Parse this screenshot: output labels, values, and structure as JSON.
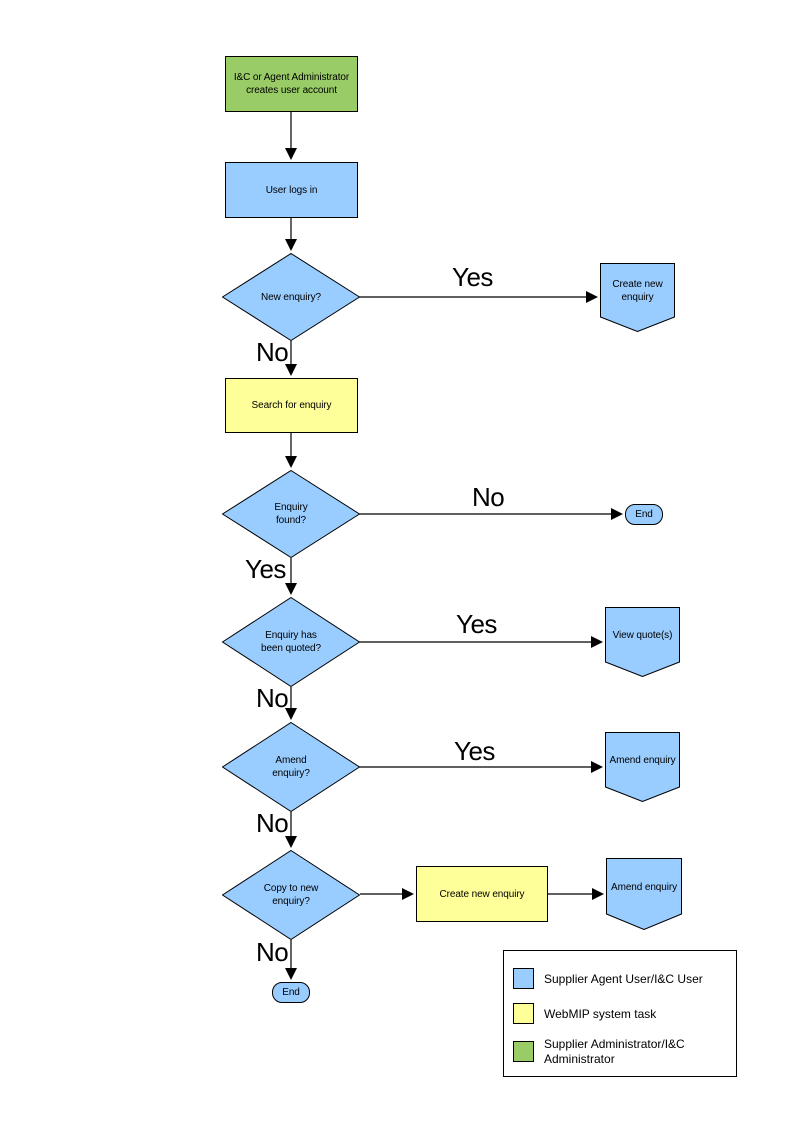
{
  "diagram": {
    "colors": {
      "user_role": "#99CCFF",
      "system_role": "#FFFF99",
      "admin_role": "#99CC66",
      "line": "#000000",
      "background": "#FFFFFF"
    },
    "nodes": {
      "create_account": {
        "label": "I&C or Agent Administrator\ncreates user account",
        "type": "process",
        "role": "admin"
      },
      "user_login": {
        "label": "User logs in",
        "type": "process",
        "role": "user"
      },
      "new_enquiry": {
        "label": "New enquiry?",
        "type": "decision",
        "role": "user"
      },
      "create_new_enquiry_top": {
        "label": "Create new\nenquiry",
        "type": "offpage-connector",
        "role": "user"
      },
      "search_for_enquiry": {
        "label": "Search for enquiry",
        "type": "process",
        "role": "system"
      },
      "enquiry_found": {
        "label": "Enquiry\nfound?",
        "type": "decision",
        "role": "user"
      },
      "end_right": {
        "label": "End",
        "type": "terminator",
        "role": "user"
      },
      "enquiry_quoted": {
        "label": "Enquiry has\nbeen quoted?",
        "type": "decision",
        "role": "user"
      },
      "view_quotes": {
        "label": "View quote(s)",
        "type": "offpage-connector",
        "role": "user"
      },
      "amend_enquiry_decision": {
        "label": "Amend\nenquiry?",
        "type": "decision",
        "role": "user"
      },
      "amend_enquiry_mid": {
        "label": "Amend enquiry",
        "type": "offpage-connector",
        "role": "user"
      },
      "copy_to_new_enquiry": {
        "label": "Copy to new\nenquiry?",
        "type": "decision",
        "role": "user"
      },
      "create_new_enquiry_mid": {
        "label": "Create new enquiry",
        "type": "process",
        "role": "system"
      },
      "amend_enquiry_bottom": {
        "label": "Amend enquiry",
        "type": "offpage-connector",
        "role": "user"
      },
      "end_bottom": {
        "label": "End",
        "type": "terminator",
        "role": "user"
      }
    },
    "edge_labels": {
      "new_enquiry_yes": "Yes",
      "new_enquiry_no": "No",
      "enquiry_found_no": "No",
      "enquiry_found_yes": "Yes",
      "enquiry_quoted_yes": "Yes",
      "enquiry_quoted_no": "No",
      "amend_enquiry_yes": "Yes",
      "amend_enquiry_no": "No",
      "copy_to_new_no": "No"
    },
    "legend": {
      "items": [
        {
          "label": "Supplier Agent User/I&C User",
          "role": "user",
          "color": "#99CCFF"
        },
        {
          "label": "WebMIP system task",
          "role": "system",
          "color": "#FFFF99"
        },
        {
          "label": "Supplier Administrator/I&C\nAdministrator",
          "role": "admin",
          "color": "#99CC66"
        }
      ]
    }
  }
}
